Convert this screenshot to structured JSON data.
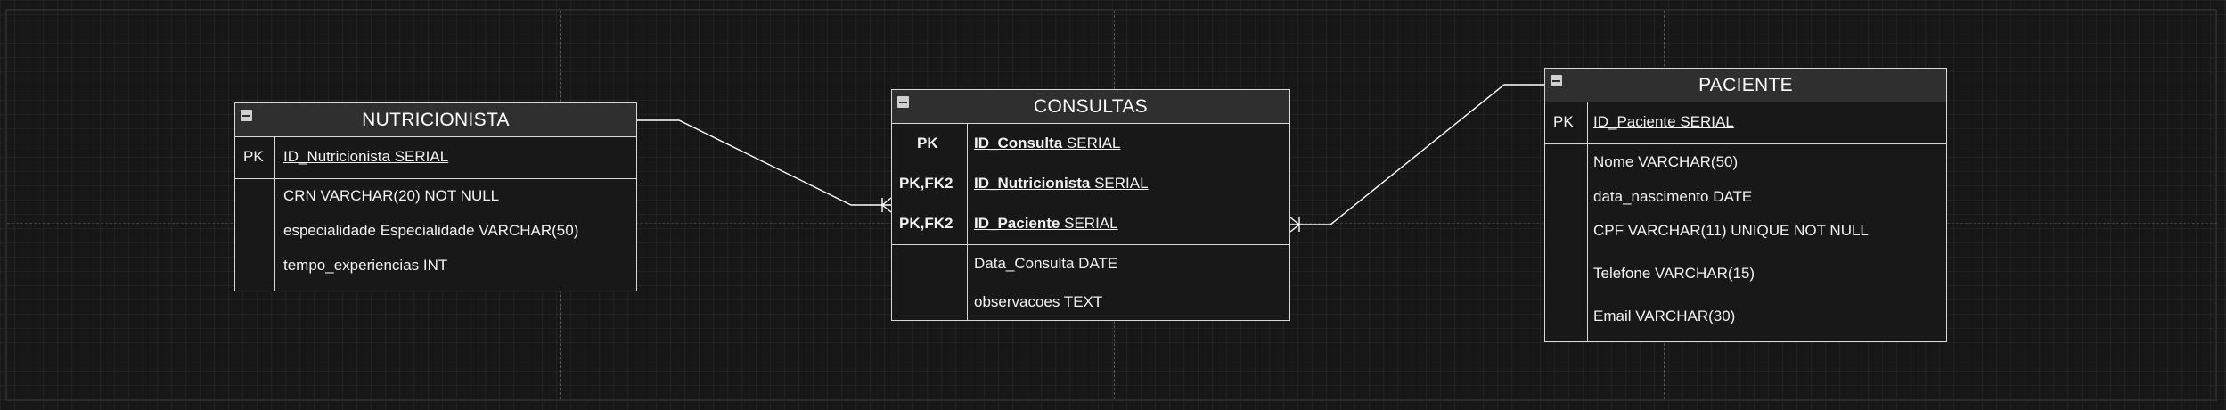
{
  "colors": {
    "canvas": "#171717",
    "entity_border": "#d8d8d8",
    "header_fill": "#2f2f2f",
    "text": "#ffffff",
    "connector": "#ffffff"
  },
  "entities": {
    "nutricionista": {
      "title": "NUTRICIONISTA",
      "pk_label": "PK",
      "pk_field": "ID_Nutricionista SERIAL",
      "fields": [
        "CRN VARCHAR(20) NOT NULL",
        "especialidade Especialidade VARCHAR(50)",
        "tempo_experiencias INT"
      ]
    },
    "consultas": {
      "title": "CONSULTAS",
      "keys": [
        {
          "label": "PK",
          "name": "ID_Consulta",
          "type": " SERIAL"
        },
        {
          "label": "PK,FK2",
          "name": "ID_Nutricionista",
          "type": " SERIAL"
        },
        {
          "label": "PK,FK2",
          "name": "ID_Paciente",
          "type": " SERIAL"
        }
      ],
      "fields": [
        "Data_Consulta DATE",
        "observacoes TEXT"
      ]
    },
    "paciente": {
      "title": "PACIENTE",
      "pk_label": "PK",
      "pk_field": "ID_Paciente SERIAL",
      "fields": [
        "Nome VARCHAR(50)",
        "data_nascimento DATE",
        "CPF VARCHAR(11) UNIQUE NOT NULL",
        "Telefone VARCHAR(15)",
        "Email VARCHAR(30)"
      ]
    }
  },
  "relationships": [
    {
      "from": "nutricionista",
      "to": "consultas",
      "end_marker": "crow-foot-one-or-many"
    },
    {
      "from": "paciente",
      "to": "consultas",
      "end_marker": "crow-foot-one-or-many"
    }
  ]
}
